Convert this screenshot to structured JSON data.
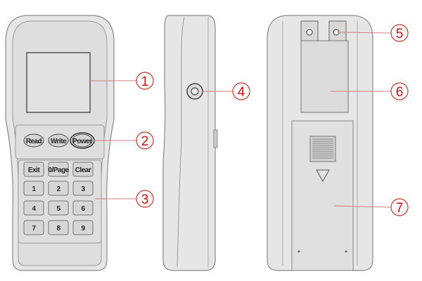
{
  "front": {
    "buttons": [
      "Read",
      "Write",
      "Power"
    ],
    "keys": [
      "Exit",
      "0/Page",
      "Clear",
      "1",
      "2",
      "3",
      "4",
      "5",
      "6",
      "7",
      "8",
      "9"
    ]
  },
  "callouts": [
    "1",
    "2",
    "3",
    "4",
    "5",
    "6",
    "7"
  ],
  "colors": {
    "callout": "#cc1010",
    "device": "#e6e6e6"
  }
}
